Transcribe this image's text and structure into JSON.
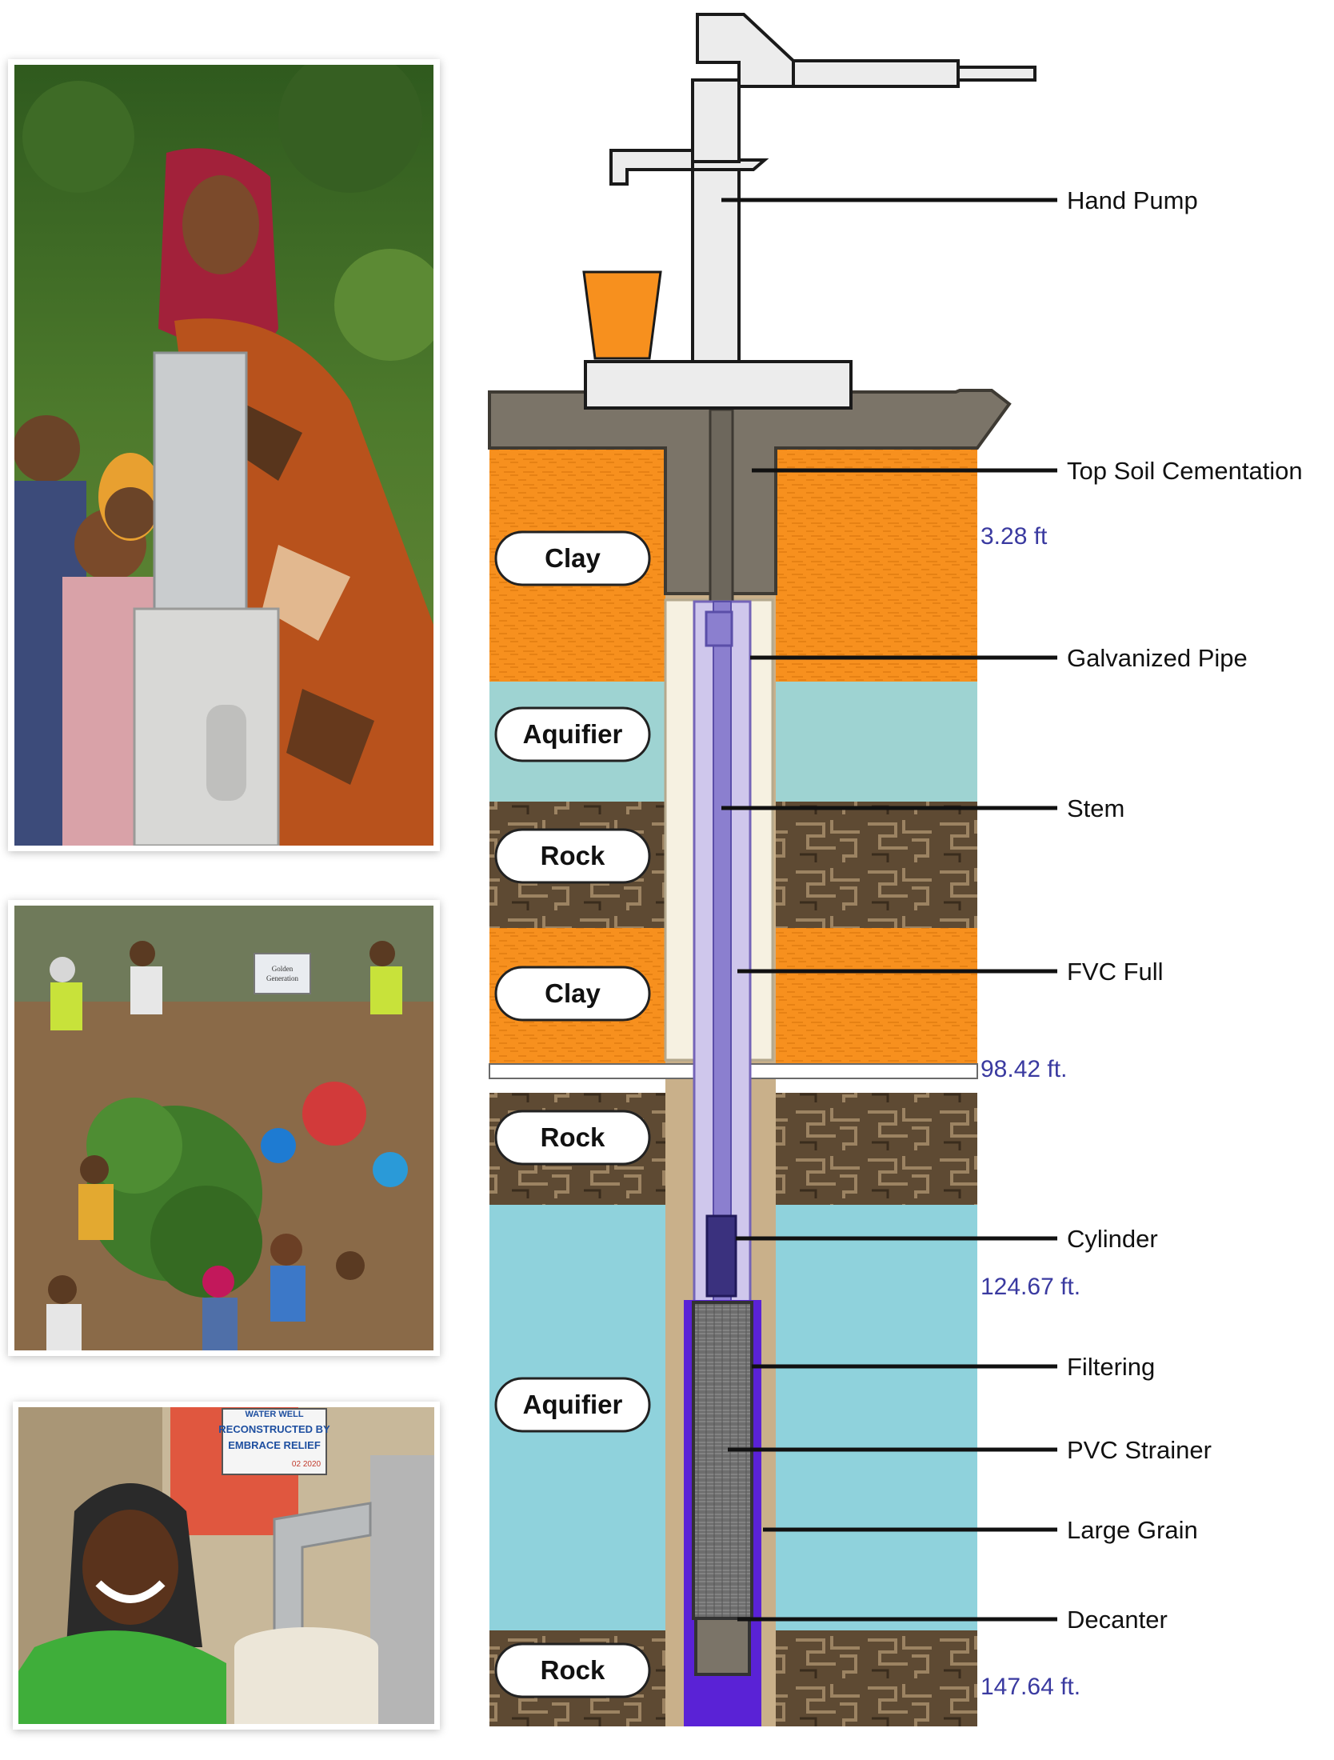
{
  "photos": [
    {
      "name": "photo-woman-at-hand-pump",
      "sign_text": []
    },
    {
      "name": "photo-crowd-around-well",
      "sign_text": [
        "Golden",
        "Generation"
      ]
    },
    {
      "name": "photo-girl-at-tap",
      "sign_text": [
        "WATER WELL",
        "RECONSTRUCTED BY",
        "EMBRACE RELIEF",
        "02 2020"
      ]
    }
  ],
  "diagram": {
    "layers": [
      {
        "label": "Clay",
        "kind": "clay"
      },
      {
        "label": "Aquifier",
        "kind": "aquifer"
      },
      {
        "label": "Rock",
        "kind": "rock"
      },
      {
        "label": "Clay",
        "kind": "clay"
      },
      {
        "label": "Rock",
        "kind": "rock"
      },
      {
        "label": "Aquifier",
        "kind": "aquifer"
      },
      {
        "label": "Rock",
        "kind": "rock"
      }
    ],
    "callouts": [
      "Hand Pump",
      "Top Soil Cementation",
      "Galvanized Pipe",
      "Stem",
      "FVC Full",
      "Cylinder",
      "Filtering",
      "PVC Strainer",
      "Large Grain",
      "Decanter"
    ],
    "depths": [
      "3.28 ft",
      "98.42 ft.",
      "124.67 ft.",
      "147.64 ft."
    ],
    "colors": {
      "clay": "#f7901e",
      "aquifer_light": "#9ed3d2",
      "aquifer_deep": "#8fd2dc",
      "rock": "#5e4a33",
      "cement": "#7b7468",
      "pump": "#ececec",
      "funnel": "#f7901e",
      "pipe_inner": "#8b7fcf",
      "strainer": "#5a22d6",
      "depth_text": "#3a3aa0"
    }
  }
}
